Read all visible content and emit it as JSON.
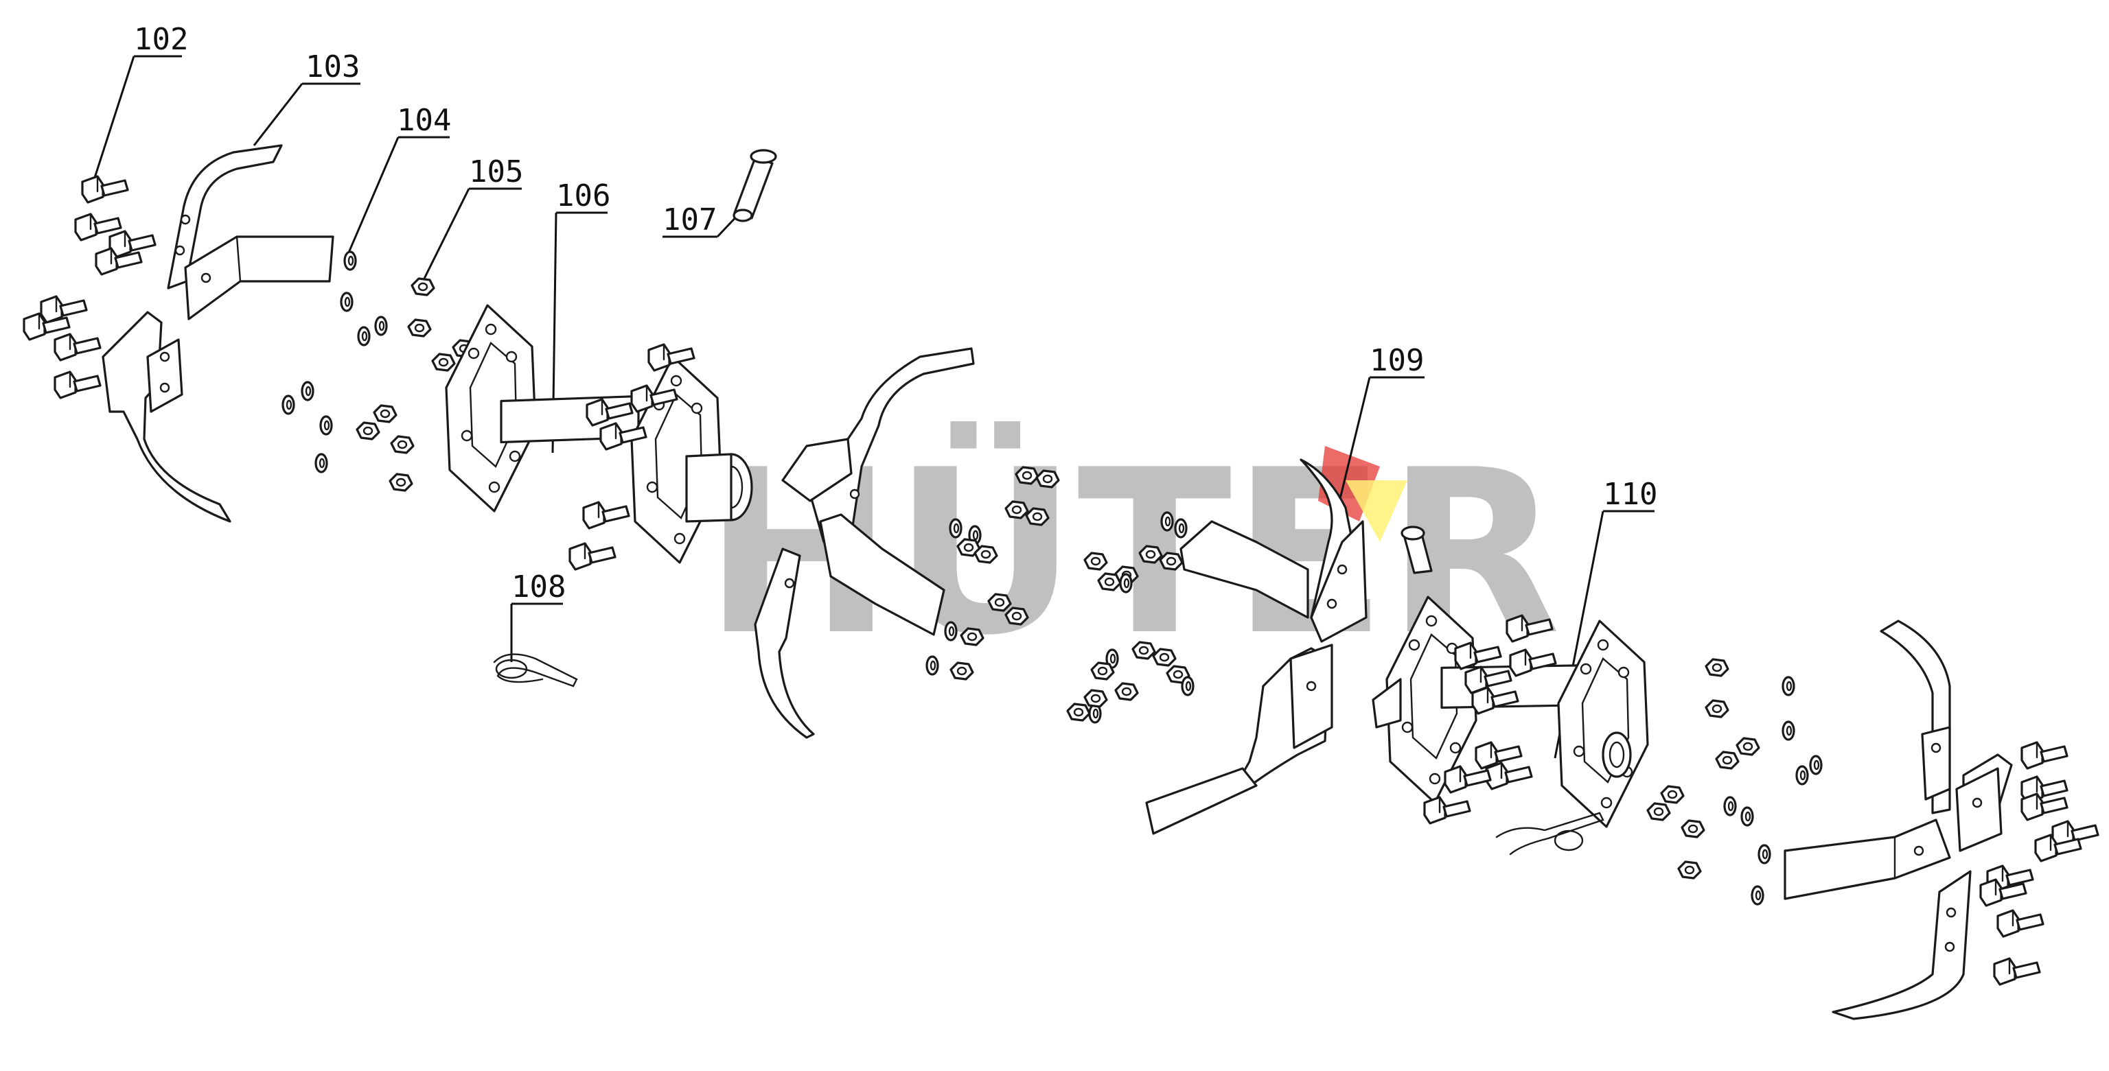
{
  "diagram": {
    "callouts": [
      {
        "id": "c102",
        "label": "102"
      },
      {
        "id": "c103",
        "label": "103"
      },
      {
        "id": "c104",
        "label": "104"
      },
      {
        "id": "c105",
        "label": "105"
      },
      {
        "id": "c106",
        "label": "106"
      },
      {
        "id": "c107",
        "label": "107"
      },
      {
        "id": "c108",
        "label": "108"
      },
      {
        "id": "c109",
        "label": "109"
      },
      {
        "id": "c110",
        "label": "110"
      }
    ]
  },
  "watermark": {
    "text": "HÜTER",
    "colors": {
      "text": "#9b9b9b",
      "accent_red": "#e53935",
      "accent_yellow": "#fff176"
    }
  }
}
